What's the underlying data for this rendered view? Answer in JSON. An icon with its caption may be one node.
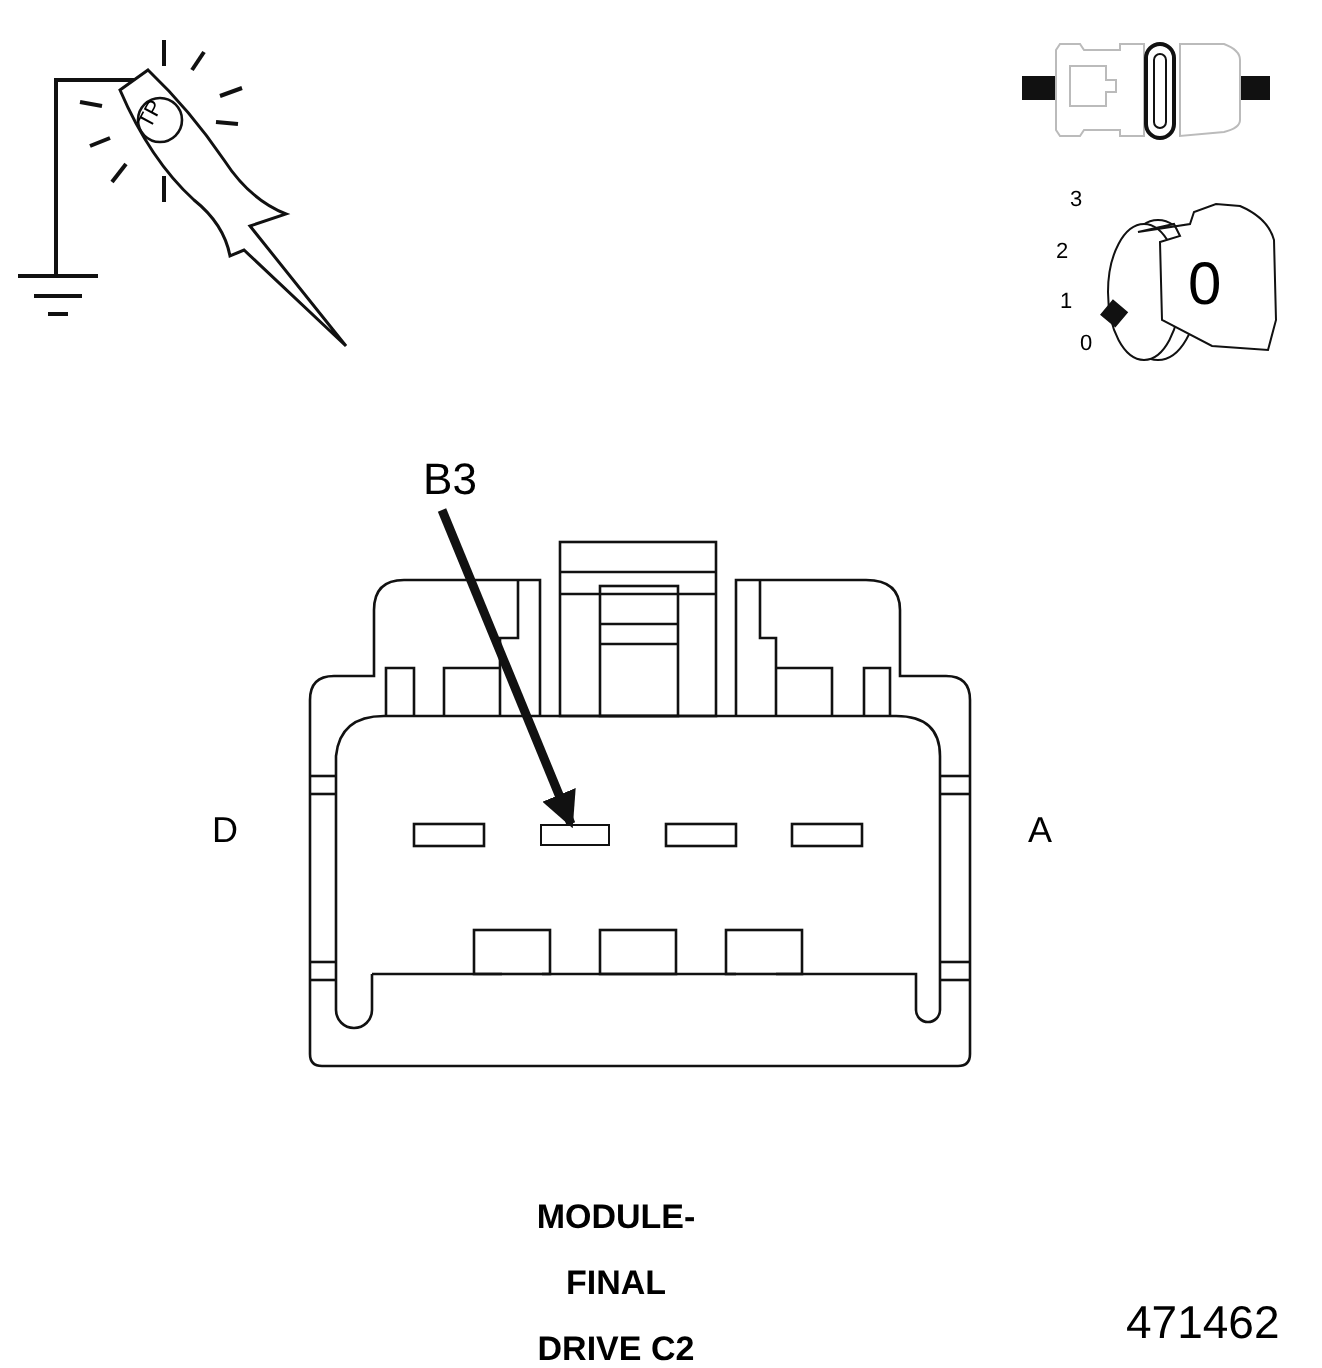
{
  "diagram": {
    "caption": "MODULE- FINAL DRIVE C2",
    "nodes": [
      {
        "text": [
          "B3"
        ]
      },
      {
        "text": [],
        "shape": "box"
      }
    ],
    "edges": [
      {
        "from": 0,
        "to": 1,
        "arrow": "to"
      }
    ],
    "labels": [
      "TP",
      "3",
      "2",
      "1",
      "0",
      "0",
      "D",
      "A",
      "471462"
    ]
  }
}
